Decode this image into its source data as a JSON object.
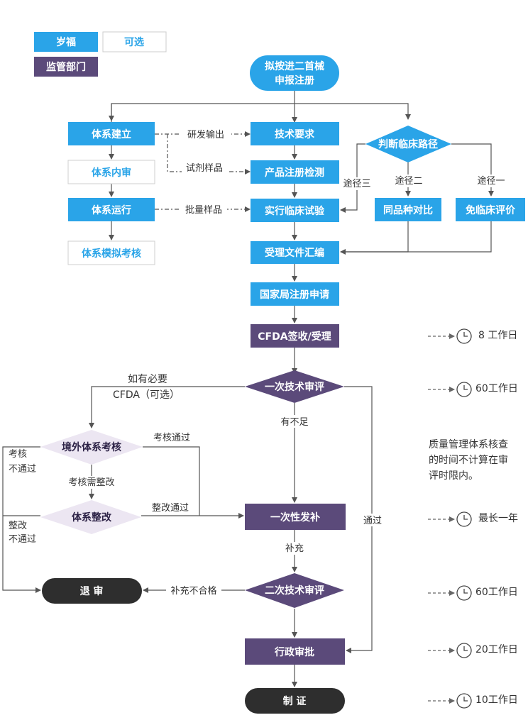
{
  "legend": {
    "blue_label": "岁福",
    "white_label": "可选",
    "purple_label": "监管部门"
  },
  "colors": {
    "blue": "#2aa4e8",
    "purple": "#5b4a7a",
    "dark": "#2e2e2e",
    "diamond_light": "#ece6f2",
    "line": "#555555"
  },
  "nodes": {
    "start": "拟按进二首械\n申报注册",
    "tixi_jianli": "体系建立",
    "tixi_neishen": "体系内审",
    "tixi_yunxing": "体系运行",
    "tixi_moni": "体系模拟考核",
    "jishu_yaoqiu": "技术要求",
    "chanpin_jiance": "产品注册检测",
    "linchuang_shiyan": "实行临床试验",
    "panduan_lujing": "判断临床路径",
    "tongpinzhong": "同品种对比",
    "mian_linchuang": "免临床评价",
    "shouli_huibian": "受理文件汇编",
    "guojiaju_shenqing": "国家局注册申请",
    "cfda_qianshou": "CFDA签收/受理",
    "yici_shenping": "一次技术审评",
    "jingwai_kaohe": "境外体系考核",
    "tixi_zhenggai": "体系整改",
    "yici_fabu": "一次性发补",
    "erci_shenping": "二次技术审评",
    "tuishen": "退 审",
    "xingzheng_shenpi": "行政审批",
    "zhizheng": "制 证"
  },
  "edge_labels": {
    "yanfa_shuchu": "研发输出",
    "shiji_yangpin": "试剂样品",
    "piliang_yangpin": "批量样品",
    "tujing_san": "途径三",
    "tujing_er": "途径二",
    "tujing_yi": "途径一",
    "ruyou_biyao": "如有必要",
    "cfda_kexuan": "CFDA（可选）",
    "you_buzu": "有不足",
    "kaohe_tongguo": "考核通过",
    "kaohe": "考核",
    "bu_tongguo_1": "不通过",
    "kaohe_xu_zhenggai": "考核需整改",
    "zhenggai_tongguo": "整改通过",
    "zhenggai": "整改",
    "bu_tongguo_2": "不通过",
    "tongguo": "通过",
    "buchong": "补充",
    "buchong_buhege": "补充不合格"
  },
  "timeline": {
    "t1": "8 工作日",
    "t2": "60工作日",
    "note": "质量管理体系核查\n的时间不计算在审\n评时限内。",
    "t3": "最长一年",
    "t4": "60工作日",
    "t5": "20工作日",
    "t6": "10工作日"
  }
}
